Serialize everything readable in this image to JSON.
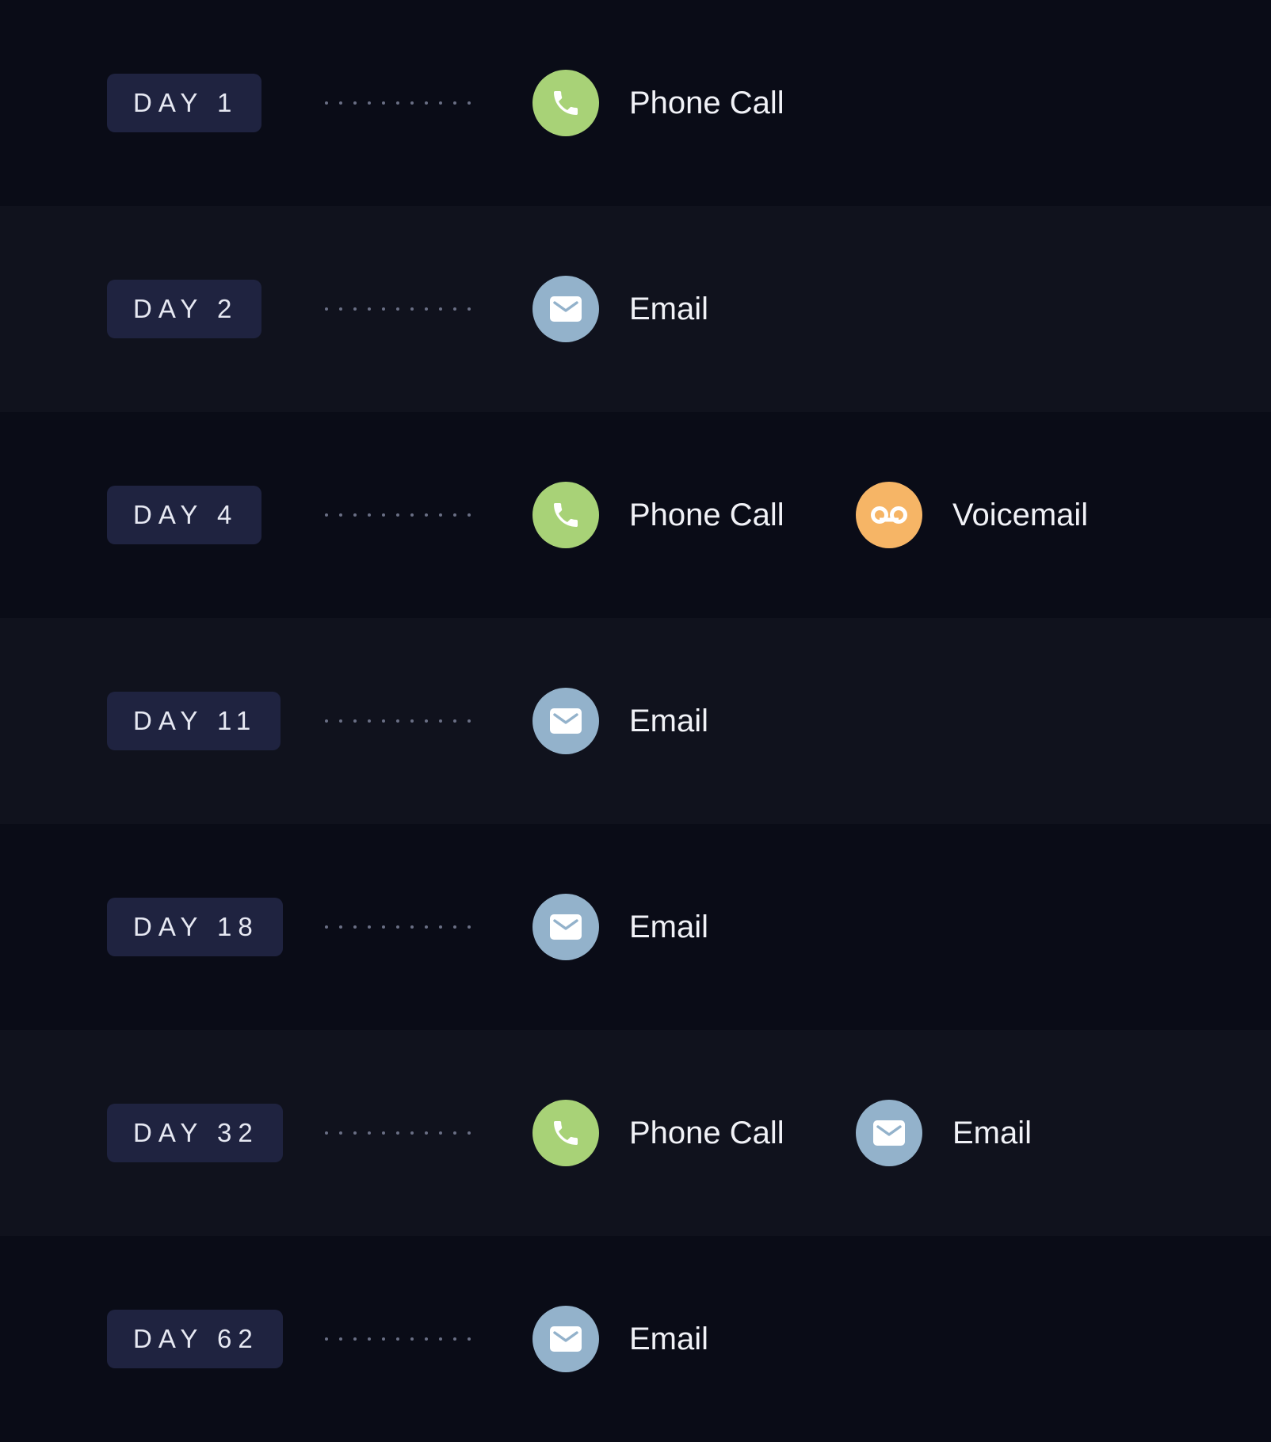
{
  "colors": {
    "phone": "#a8d277",
    "email": "#93b2cb",
    "voicemail": "#f6b566",
    "badge_bg": "#1f2340",
    "row_dark": "#0a0c17",
    "row_light": "#10121d"
  },
  "timeline": [
    {
      "day": "DAY 1",
      "events": [
        {
          "type": "phone",
          "icon": "phone-icon",
          "label": "Phone Call"
        }
      ]
    },
    {
      "day": "DAY 2",
      "events": [
        {
          "type": "email",
          "icon": "envelope-icon",
          "label": "Email"
        }
      ]
    },
    {
      "day": "DAY 4",
      "events": [
        {
          "type": "phone",
          "icon": "phone-icon",
          "label": "Phone Call"
        },
        {
          "type": "voicemail",
          "icon": "voicemail-icon",
          "label": "Voicemail"
        }
      ]
    },
    {
      "day": "DAY 11",
      "events": [
        {
          "type": "email",
          "icon": "envelope-icon",
          "label": "Email"
        }
      ]
    },
    {
      "day": "DAY 18",
      "events": [
        {
          "type": "email",
          "icon": "envelope-icon",
          "label": "Email"
        }
      ]
    },
    {
      "day": "DAY 32",
      "events": [
        {
          "type": "phone",
          "icon": "phone-icon",
          "label": "Phone Call"
        },
        {
          "type": "email",
          "icon": "envelope-icon",
          "label": "Email"
        }
      ]
    },
    {
      "day": "DAY 62",
      "events": [
        {
          "type": "email",
          "icon": "envelope-icon",
          "label": "Email"
        }
      ]
    }
  ]
}
